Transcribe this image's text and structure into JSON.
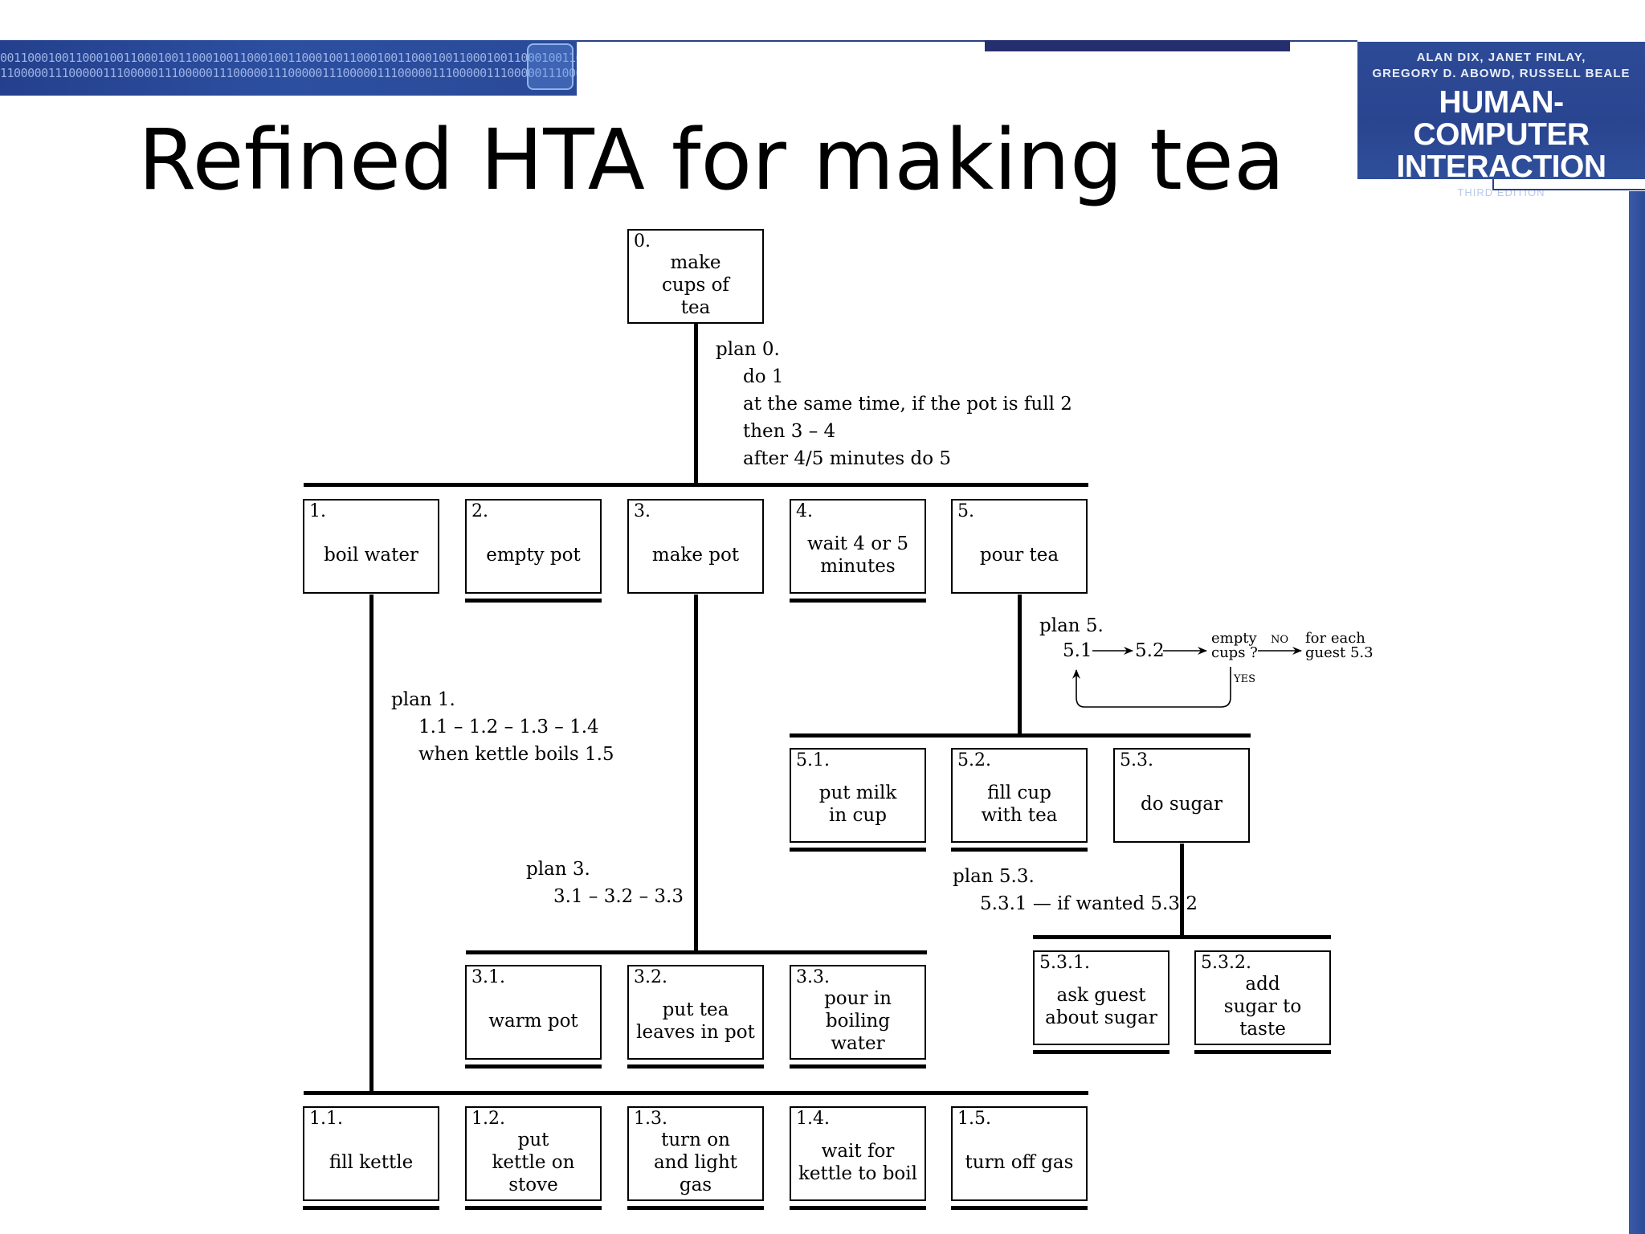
{
  "slide": {
    "title": "Refined HTA for making tea"
  },
  "header": {
    "banner_bits": "0011000100110001001100010011000100110001001100010011000100110001001100010011000100110001001100010011000100110001",
    "banner_bits2": "1100000111000001110000011100000111000001110000011100000111000001110000011100000111000001110000011100000111000001"
  },
  "book": {
    "authors_line1": "ALAN DIX, JANET FINLAY,",
    "authors_line2": "GREGORY D. ABOWD, RUSSELL BEALE",
    "title_line1": "HUMAN-COMPUTER",
    "title_line2": "INTERACTION",
    "edition": "THIRD EDITION"
  },
  "tasks": {
    "t0": {
      "num": "0.",
      "label": "make cups of tea"
    },
    "t1": {
      "num": "1.",
      "label": "boil water"
    },
    "t2": {
      "num": "2.",
      "label": "empty pot"
    },
    "t3": {
      "num": "3.",
      "label": "make pot"
    },
    "t4": {
      "num": "4.",
      "label": "wait 4 or 5 minutes"
    },
    "t5": {
      "num": "5.",
      "label": "pour tea"
    },
    "t11": {
      "num": "1.1.",
      "label": "fill kettle"
    },
    "t12": {
      "num": "1.2.",
      "label": "put kettle on stove"
    },
    "t13": {
      "num": "1.3.",
      "label": "turn on and light gas"
    },
    "t14": {
      "num": "1.4.",
      "label": "wait for kettle to boil"
    },
    "t15": {
      "num": "1.5.",
      "label": "turn off gas"
    },
    "t31": {
      "num": "3.1.",
      "label": "warm pot"
    },
    "t32": {
      "num": "3.2.",
      "label": "put tea leaves in pot"
    },
    "t33": {
      "num": "3.3.",
      "label": "pour in boiling water"
    },
    "t51": {
      "num": "5.1.",
      "label": "put milk in cup"
    },
    "t52": {
      "num": "5.2.",
      "label": "fill cup with tea"
    },
    "t53": {
      "num": "5.3.",
      "label": "do sugar"
    },
    "t531": {
      "num": "5.3.1.",
      "label": "ask guest about sugar"
    },
    "t532": {
      "num": "5.3.2.",
      "label": "add sugar to taste"
    }
  },
  "plans": {
    "p0": {
      "title": "plan 0.",
      "l1": "do 1",
      "l2": "at the same time, if the pot is full 2",
      "l3": "then 3 – 4",
      "l4": "after 4/5 minutes do 5"
    },
    "p1": {
      "title": "plan 1.",
      "l1": "1.1 – 1.2 – 1.3 – 1.4",
      "l2": "when kettle boils  1.5"
    },
    "p3": {
      "title": "plan 3.",
      "l1": "3.1 – 3.2 – 3.3"
    },
    "p53": {
      "title": "plan 5.3.",
      "l1": "5.3.1 — if wanted 5.3.2"
    },
    "p5": {
      "title": "plan 5.",
      "s51": "5.1",
      "s52": "5.2",
      "empty1": "empty",
      "empty2": "cups ?",
      "no": "NO",
      "each1": "for each",
      "each2": "guest 5.3",
      "yes": "YES"
    }
  }
}
